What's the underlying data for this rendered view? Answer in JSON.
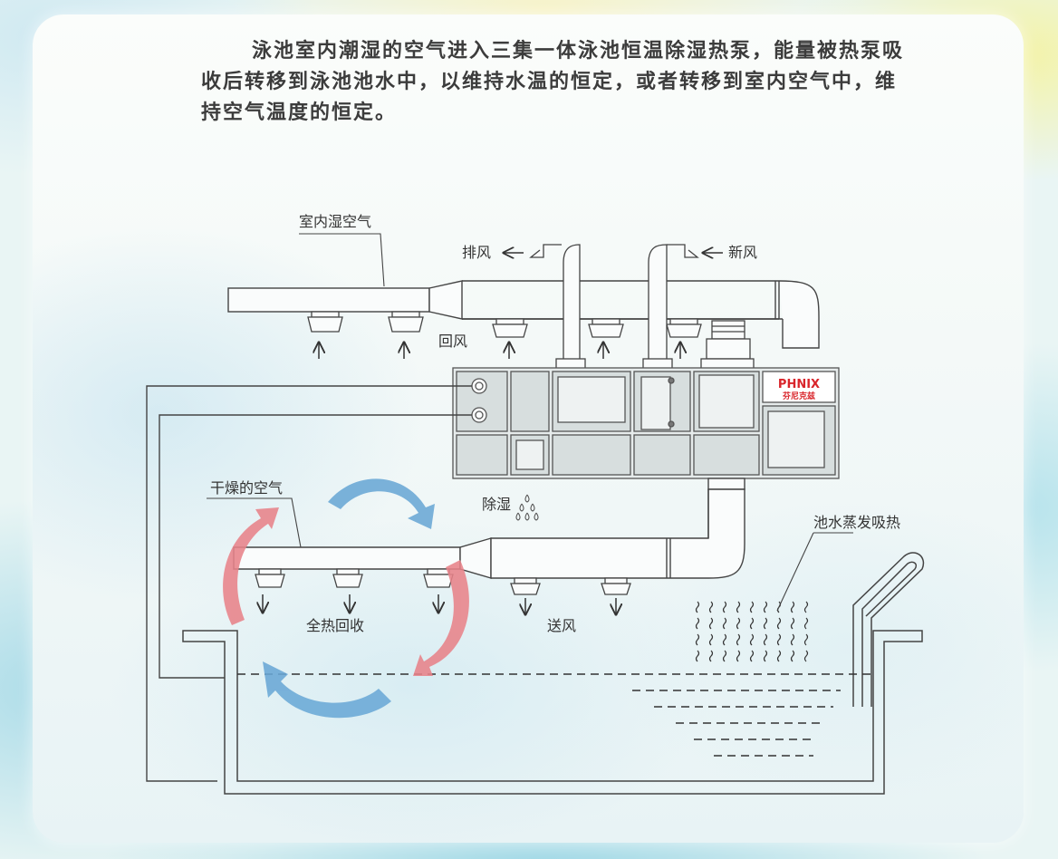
{
  "intro": "泳池室内潮湿的空气进入三集一体泳池恒温除湿热泵，能量被热泵吸收后转移到泳池池水中，以维持水温的恒定，或者转移到室内空气中，维持空气温度的恒定。",
  "labels": {
    "indoor_humid_air": "室内湿空气",
    "exhaust": "排风",
    "fresh_air": "新风",
    "return_air": "回风",
    "dry_air": "干燥的空气",
    "dehumidify": "除湿",
    "heat_recovery": "全热回收",
    "supply_air": "送风",
    "pool_evaporation": "池水蒸发吸热"
  },
  "unit_brand": {
    "logo": "PHNIX",
    "name_cn": "芬尼克兹"
  },
  "colors": {
    "cycle_red": "#e8838a",
    "cycle_blue": "#6aa8d6",
    "brand_red": "#d9252b",
    "line": "#333333"
  }
}
